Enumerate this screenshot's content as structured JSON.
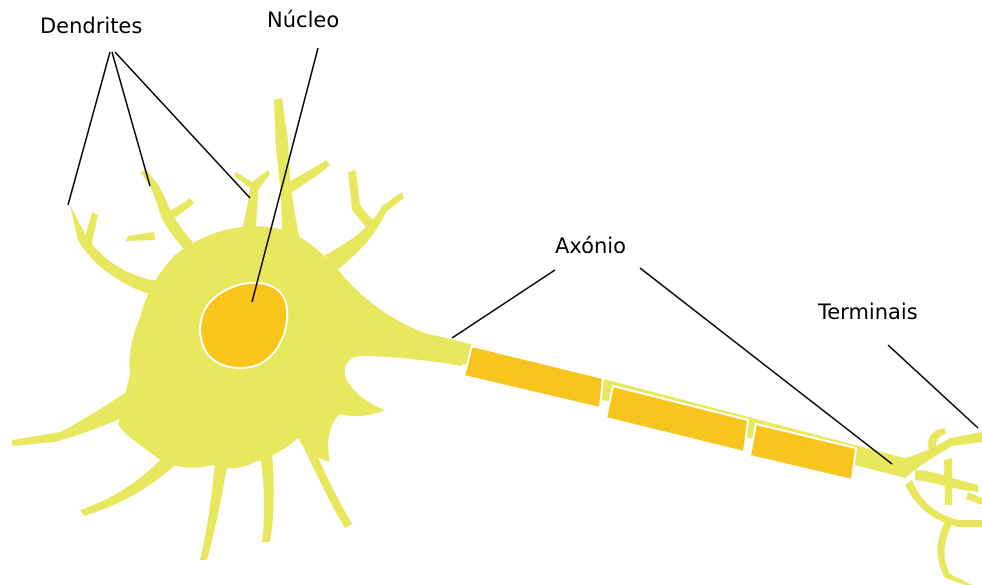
{
  "labels": {
    "dendrites": "Dendrites",
    "nucleus": "Núcleo",
    "axon": "Axónio",
    "terminals": "Terminais"
  },
  "colors": {
    "cell_body": "#e8e85e",
    "nucleus": "#f9c51b",
    "myelin": "#f7c51e",
    "outline": "#ffffff",
    "leader_line": "#000000",
    "background": "#ffffff"
  }
}
